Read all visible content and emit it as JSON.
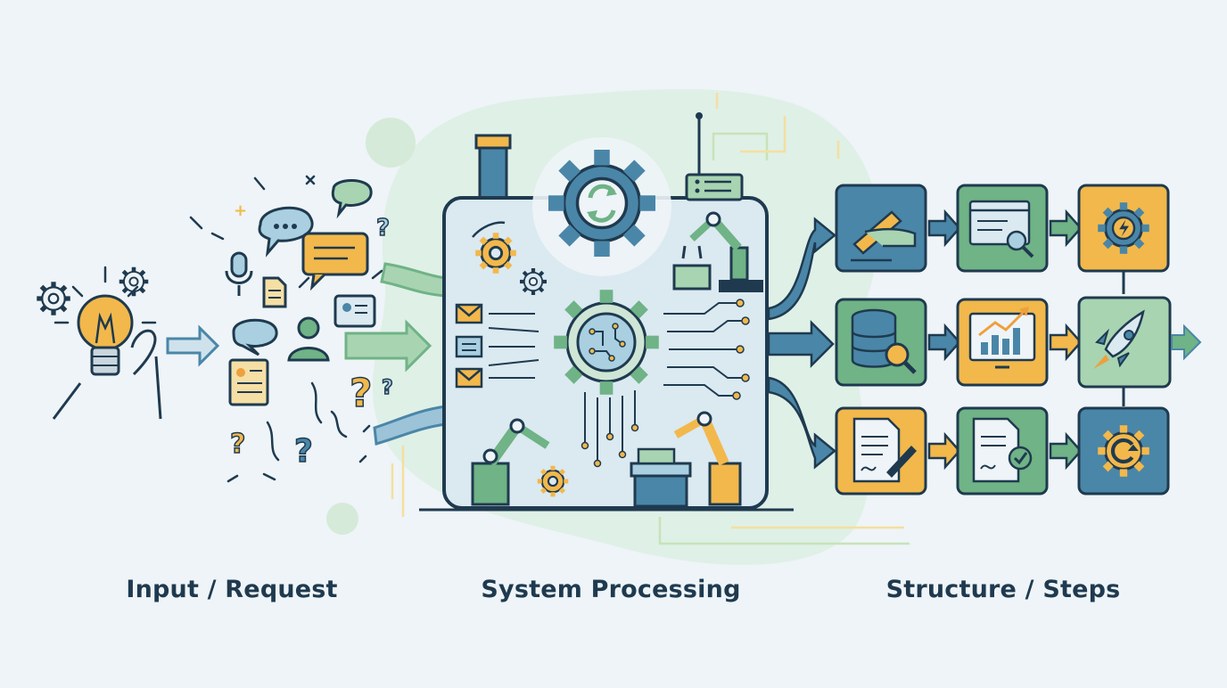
{
  "captions": {
    "input": "Input / Request",
    "system": "System Processing",
    "structure": "Structure / Steps"
  },
  "colors": {
    "background": "#eef4f7",
    "outline": "#1f3a4f",
    "blue": "#4a86a8",
    "green": "#6fb386",
    "yellow": "#f2b84b",
    "orange": "#eea03c",
    "light_blue": "#dbe9f1",
    "pale_green": "#d5ead9",
    "caption": "#1f3a4f"
  },
  "icons": {
    "input": [
      "lightbulb-icon",
      "gear-icon",
      "speech-bubble-icon",
      "microphone-icon",
      "document-icon",
      "person-icon",
      "contact-card-icon",
      "question-mark-icon"
    ],
    "system": [
      "factory-chimney-icon",
      "sync-gear-icon",
      "antenna-icon",
      "robot-arm-icon",
      "envelope-icon",
      "list-icon",
      "circuit-gear-icon"
    ],
    "steps": [
      "pen-hand-icon",
      "browser-search-icon",
      "lightning-gear-icon",
      "database-search-icon",
      "analytics-monitor-icon",
      "rocket-icon",
      "signed-document-icon",
      "approved-document-icon",
      "refresh-gear-icon"
    ]
  }
}
